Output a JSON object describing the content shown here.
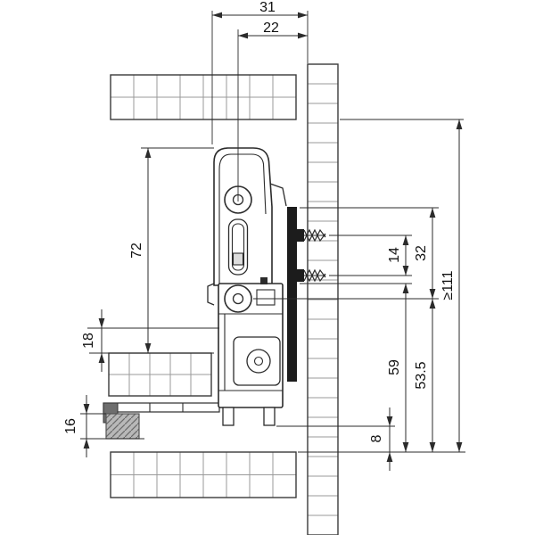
{
  "drawing": {
    "type": "drawer-runner-installation-cross-section",
    "dims": {
      "d31": "31",
      "d22": "22",
      "d72": "72",
      "d18": "18",
      "d16": "16",
      "d14": "14",
      "d32": "32",
      "d111": "≥111",
      "d59": "59",
      "d53_5": "53.5",
      "d8": "8"
    },
    "colors": {
      "line": "#2b2b2b",
      "panel_grid": "#9a9a9a",
      "mounting_plate": "#1c1c1c",
      "front_panel": "#b8b8b8",
      "background": "#ffffff"
    }
  }
}
